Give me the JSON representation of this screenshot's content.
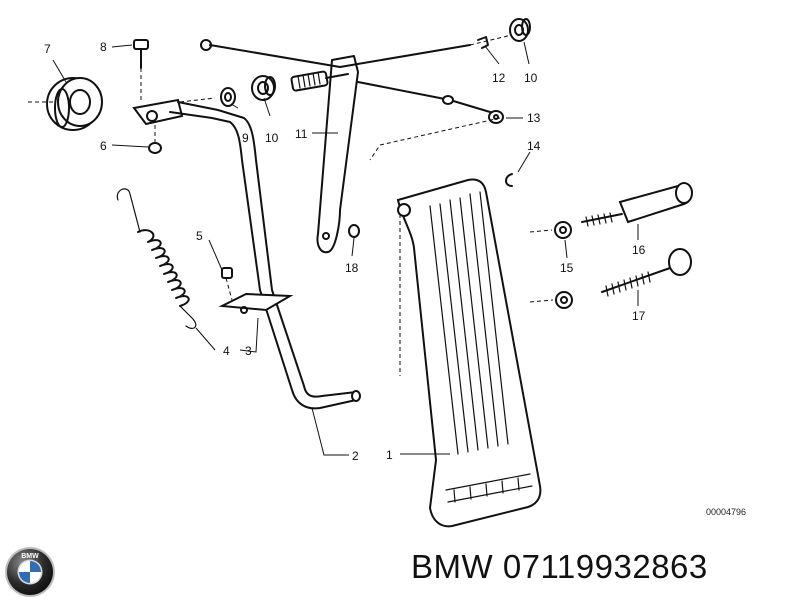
{
  "diagram": {
    "callouts": [
      "1",
      "2",
      "3",
      "4",
      "5",
      "6",
      "7",
      "8",
      "9",
      "10",
      "10",
      "11",
      "12",
      "13",
      "14",
      "15",
      "16",
      "17",
      "18"
    ],
    "reference_code": "00004796"
  },
  "brand": {
    "logo_text": "BMW",
    "part_label": "BMW 07119932863"
  }
}
